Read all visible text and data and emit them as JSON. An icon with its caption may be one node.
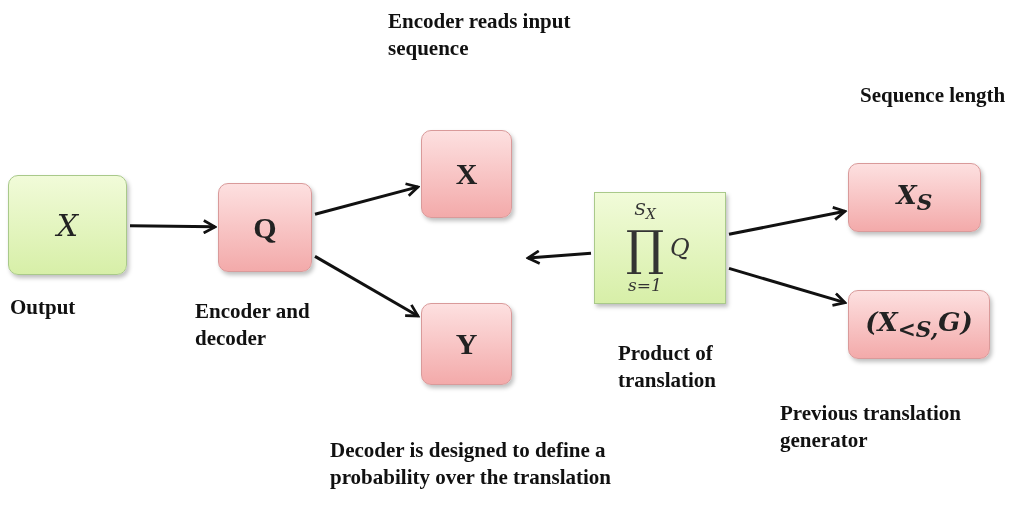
{
  "diagram": {
    "nodes": [
      {
        "text": [
          "X"
        ],
        "beside": [
          "Output"
        ]
      },
      {
        "text": [
          "Q"
        ],
        "beside": [
          "Encoder and decoder"
        ]
      },
      {
        "text": [
          "X"
        ],
        "beside": [
          "Encoder reads input sequence"
        ]
      },
      {
        "text": [
          "Y"
        ],
        "beside": [
          "Decoder is designed to define a probability over the translation"
        ]
      },
      {
        "text": [
          "S$_{X}$",
          "∏",
          "Q",
          "s=1"
        ],
        "beside": [
          "Product of translation"
        ]
      },
      {
        "text": [
          "X$_{S}$"
        ],
        "beside": [
          "Sequence length"
        ]
      },
      {
        "text": [
          "(X$_{<S,}$G)"
        ],
        "beside": [
          "Previous translation generator"
        ]
      }
    ],
    "edges": [
      {
        "from": 0,
        "to": 1,
        "arrow": "to"
      },
      {
        "from": 1,
        "to": 2,
        "arrow": "to"
      },
      {
        "from": 1,
        "to": 3,
        "arrow": "to"
      },
      {
        "from": 4,
        "to": null,
        "arrow": "to"
      },
      {
        "from": 4,
        "to": 5,
        "arrow": "to"
      },
      {
        "from": 4,
        "to": 6,
        "arrow": "to"
      }
    ]
  }
}
